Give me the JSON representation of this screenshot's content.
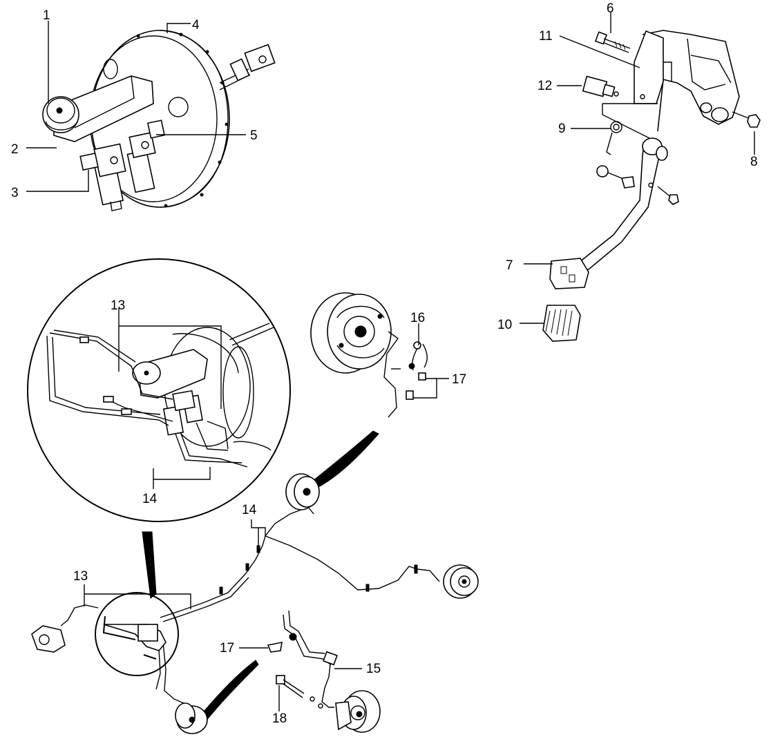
{
  "callouts": {
    "c1": "1",
    "c2": "2",
    "c3": "3",
    "c4": "4",
    "c5": "5",
    "c6": "6",
    "c7": "7",
    "c8": "8",
    "c9": "9",
    "c10": "10",
    "c11": "11",
    "c12": "12",
    "c13_detail": "13",
    "c14_detail": "14",
    "c13_main": "13",
    "c14_main": "14",
    "c15": "15",
    "c16": "16",
    "c17_upper": "17",
    "c17_lower": "17",
    "c18": "18"
  },
  "icons": {
    "booster": "brake-booster-icon",
    "master_cylinder": "master-cylinder-icon",
    "pedal": "brake-pedal-icon",
    "pedal_pad": "pedal-pad-icon",
    "drum": "rear-drum-brake-icon",
    "disc": "front-disc-brake-icon"
  },
  "colors": {
    "ink": "#000000",
    "paper": "#ffffff"
  }
}
